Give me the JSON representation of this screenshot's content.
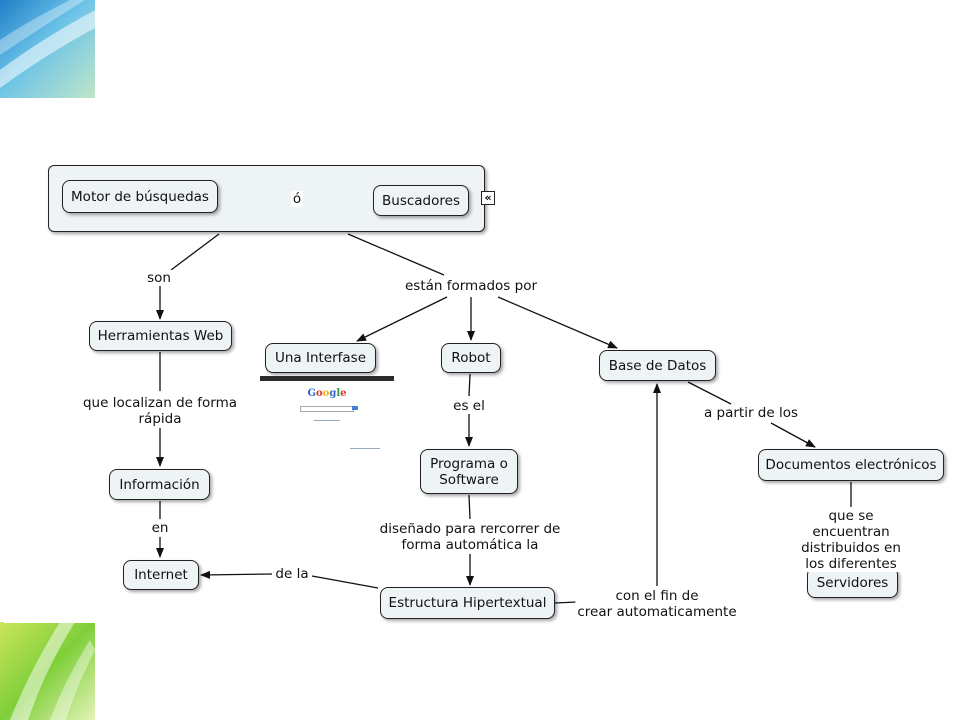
{
  "nodes": {
    "motor": "Motor de búsquedas",
    "buscadores": "Buscadores",
    "herramientas": "Herramientas Web",
    "interfase": "Una Interfase",
    "robot": "Robot",
    "base": "Base de Datos",
    "informacion": "Información",
    "programa": "Programa o\nSoftware",
    "documentos": "Documentos electrónicos",
    "internet": "Internet",
    "estructura": "Estructura Hipertextual",
    "servidores": "Servidores"
  },
  "links": {
    "o": "ó",
    "son": "son",
    "formados": "están formados por",
    "localizan": "que localizan de forma\nrápida",
    "es_el": "es el",
    "partir": "a partir de los",
    "en": "en",
    "disenado": "diseñado para rercorrer de\nforma automática la",
    "encuentran": "que se encuentran\ndistribuidos en los diferentes",
    "de_la": "de la",
    "fin": "con el fin de\ncrear automaticamente"
  },
  "thumbnail": {
    "logo": "Google"
  },
  "colors": {
    "node_fill": "#eef3f6",
    "node_border": "#222222",
    "line": "#111111",
    "accent": "#5aa7e0"
  }
}
